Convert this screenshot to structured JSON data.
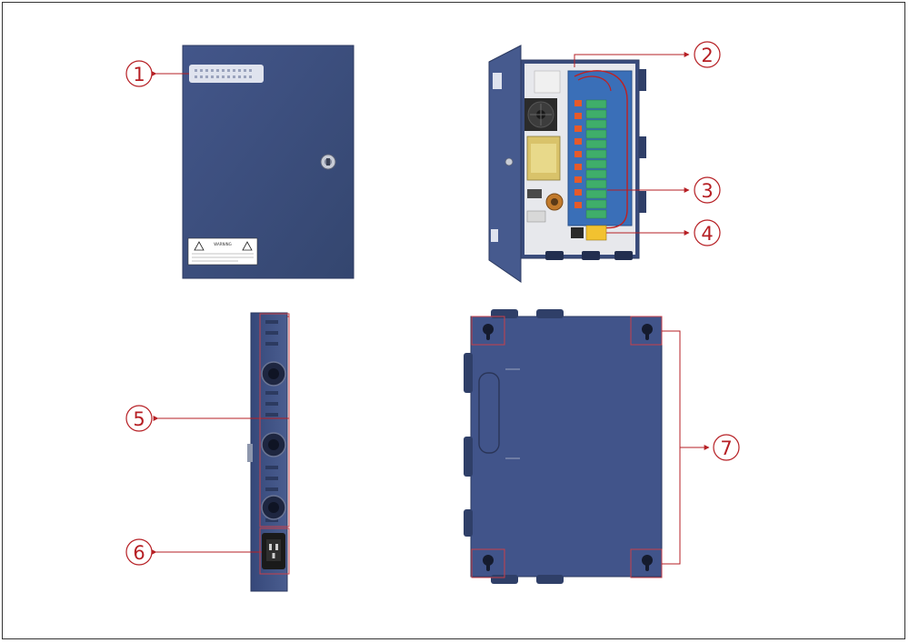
{
  "colors": {
    "box_blue": "#3d4f7e",
    "box_blue_dark": "#2c3a60",
    "callout_red": "#b61f24",
    "pcb_blue": "#3a6fb8",
    "terminal_green": "#3fae6a"
  },
  "callouts": [
    {
      "id": "1",
      "label": "1",
      "target": "front-panel-indicator-leds"
    },
    {
      "id": "2",
      "label": "2",
      "target": "fuse-wiring"
    },
    {
      "id": "3",
      "label": "3",
      "target": "output-terminal-block"
    },
    {
      "id": "4",
      "label": "4",
      "target": "input-terminal"
    },
    {
      "id": "5",
      "label": "5",
      "target": "side-knockout-holes"
    },
    {
      "id": "6",
      "label": "6",
      "target": "iec-power-socket"
    },
    {
      "id": "7",
      "label": "7",
      "target": "wall-mount-keyholes"
    }
  ],
  "front_panel": {
    "warning_title": "WARNING"
  }
}
